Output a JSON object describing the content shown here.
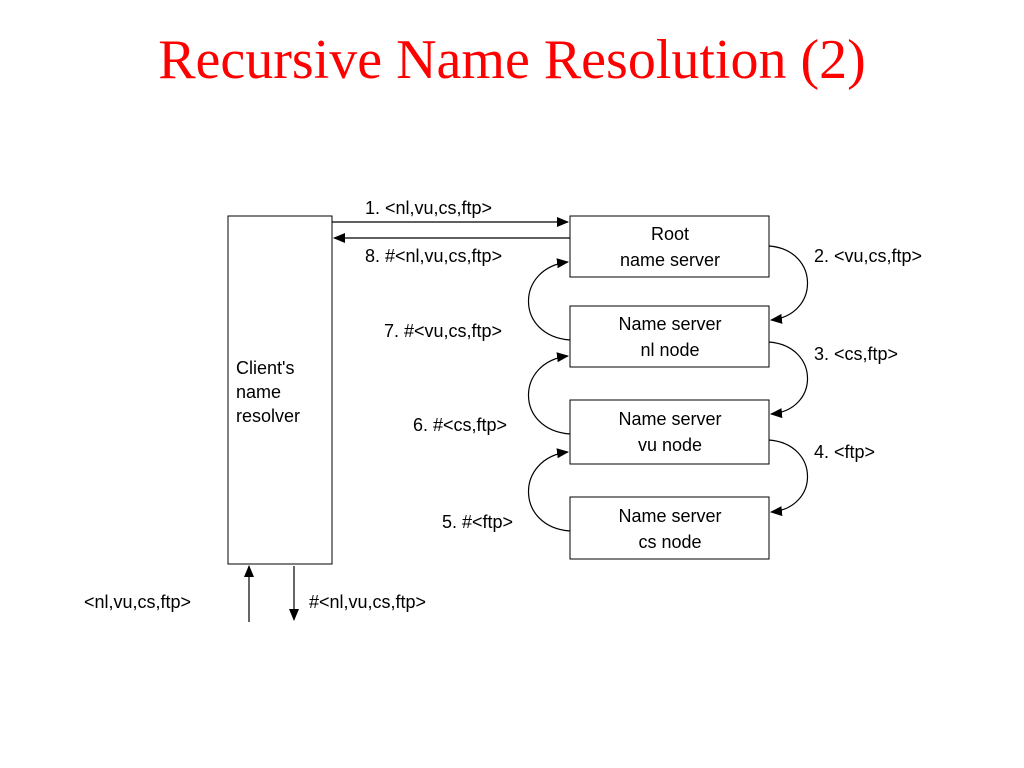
{
  "title": "Recursive Name Resolution (2)",
  "client": {
    "line1": "Client's",
    "line2": "name",
    "line3": "resolver"
  },
  "servers": [
    {
      "line1": "Root",
      "line2": "name server"
    },
    {
      "line1": "Name server",
      "line2": "nl node"
    },
    {
      "line1": "Name server",
      "line2": "vu node"
    },
    {
      "line1": "Name server",
      "line2": "cs node"
    }
  ],
  "messages": {
    "m1": "1. <nl,vu,cs,ftp>",
    "m2": "2. <vu,cs,ftp>",
    "m3": "3. <cs,ftp>",
    "m4": "4. <ftp>",
    "m5": "5. #<ftp>",
    "m6": "6. #<cs,ftp>",
    "m7": "7. #<vu,cs,ftp>",
    "m8": "8. #<nl,vu,cs,ftp>"
  },
  "client_io": {
    "input": "<nl,vu,cs,ftp>",
    "output": "#<nl,vu,cs,ftp>"
  }
}
